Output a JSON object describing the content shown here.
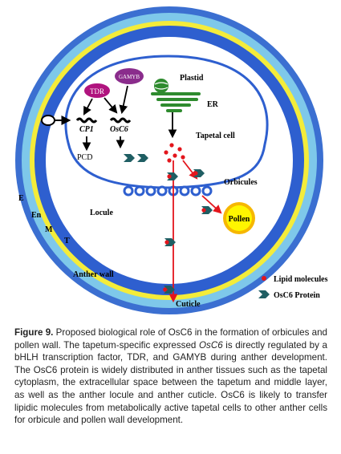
{
  "figure": {
    "labels": {
      "tdr": "TDR",
      "gamyb": "GAMYB",
      "cp1": "CP1",
      "osc6": "OsC6",
      "pcd": "PCD",
      "plastid": "Plastid",
      "er": "ER",
      "tapetal_cell": "Tapetal cell",
      "orbicules": "Orbicules",
      "locule": "Locule",
      "pollen": "Pollen",
      "anther_wall": "Anther wall",
      "cuticle": "Cuticle",
      "layer_e": "E",
      "layer_en": "En",
      "layer_m": "M",
      "layer_t": "T"
    },
    "legend": {
      "lipid": "Lipid molecules",
      "protein": "OsC6 Protein"
    },
    "colors": {
      "layer_e": "#3b6fd1",
      "layer_en": "#7ec8ea",
      "layer_m": "#f4ec3a",
      "layer_t": "#2e5fcf",
      "protein": "#1f5e63",
      "lipid": "#e3151c",
      "plastid": "#2e8b2e",
      "tdr": "#b0137e",
      "gamyb": "#8a2c8c",
      "pollen_fill": "#fff600",
      "pollen_ring": "#f6b700"
    }
  },
  "caption": {
    "label": "Figure 9.",
    "s1": " Proposed biological role of OsC6 in the formation of orbicules and pollen wall. The tapetum-specific expressed ",
    "s1_italic": "OsC6",
    "s2": " is directly regulated by a bHLH transcription factor, TDR, and GAMYB during anther development. The OsC6 protein is widely distributed in anther tissues such as the tapetal cytoplasm, the extracellular space between the tapetum and middle layer, as well as the anther locule and anther cuticle. OsC6 is likely to transfer lipidic molecules from metabolically active tapetal cells to other anther cells for orbicule and pollen wall development."
  }
}
